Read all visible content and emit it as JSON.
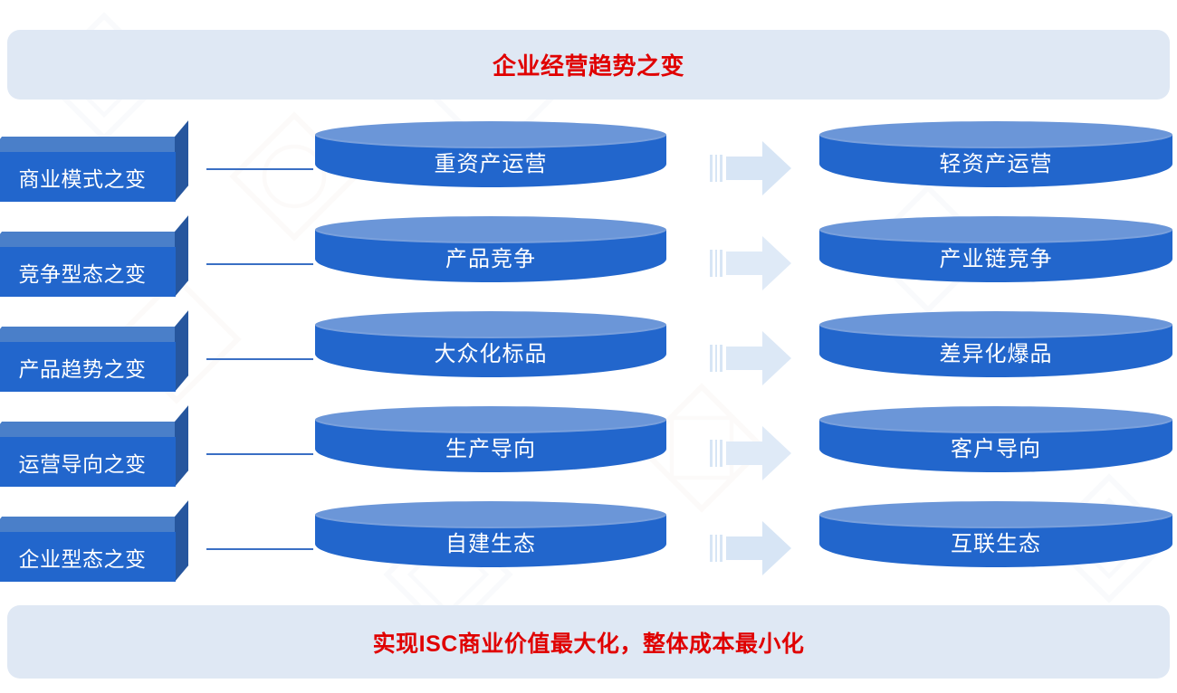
{
  "banners": {
    "top": "企业经营趋势之变",
    "bottom": "实现ISC商业价值最大化，整体成本最小化"
  },
  "colors": {
    "banner_bg": "#dfe8f4",
    "banner_text": "#e00000",
    "cylinder_body": "#2266cc",
    "cylinder_top": "#6b96d8",
    "box_front": "#2266cc",
    "box_top": "#4a7fc9",
    "box_side": "#26569e",
    "arrow": "#d7e5f5",
    "connector": "#3a6fc4"
  },
  "rows": [
    {
      "category": "商业模式之变",
      "from": "重资产运营",
      "to": "轻资产运营",
      "arrow": "right-arrow-icon"
    },
    {
      "category": "竞争型态之变",
      "from": "产品竞争",
      "to": "产业链竞争",
      "arrow": "right-arrow-icon"
    },
    {
      "category": "产品趋势之变",
      "from": "大众化标品",
      "to": "差异化爆品",
      "arrow": "right-arrow-icon"
    },
    {
      "category": "运营导向之变",
      "from": "生产导向",
      "to": "客户导向",
      "arrow": "right-arrow-icon"
    },
    {
      "category": "企业型态之变",
      "from": "自建生态",
      "to": "互联生态",
      "arrow": "right-arrow-icon"
    }
  ]
}
